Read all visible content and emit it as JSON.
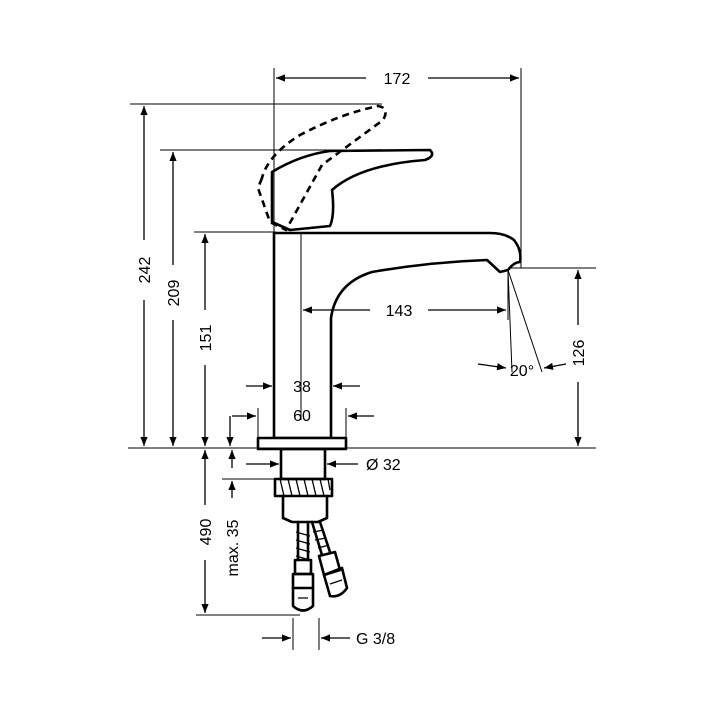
{
  "dimensions": {
    "width_172": "172",
    "height_242": "242",
    "height_209": "209",
    "height_151": "151",
    "reach_143": "143",
    "spout_126": "126",
    "angle_20": "20°",
    "body_38": "38",
    "base_60": "60",
    "thread_32": "Ø 32",
    "hose_490": "490",
    "max_35": "max. 35",
    "connection_g38": "G 3/8"
  }
}
